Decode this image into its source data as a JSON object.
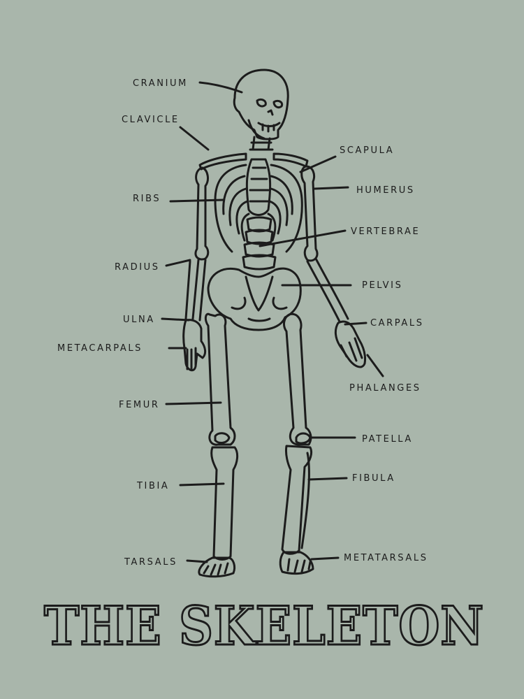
{
  "colors": {
    "background": "#a9b6ab",
    "ink": "#1c1c1c",
    "bone_fill": "#a9b6ab"
  },
  "title": "THE SKELETON",
  "labels": {
    "cranium": "CRANIUM",
    "clavicle": "CLAVICLE",
    "scapula": "SCAPULA",
    "humerus": "HUMERUS",
    "ribs": "RIBS",
    "vertebrae": "VERTEBRAE",
    "radius": "RADIUS",
    "pelvis": "PELVIS",
    "ulna": "ULNA",
    "carpals": "CARPALS",
    "metacarpals": "METACARPALS",
    "phalanges": "PHALANGES",
    "femur": "FEMUR",
    "patella": "PATELLA",
    "tibia": "TIBIA",
    "fibula": "FIBULA",
    "tarsals": "TARSALS",
    "metatarsals": "METATARSALS"
  }
}
